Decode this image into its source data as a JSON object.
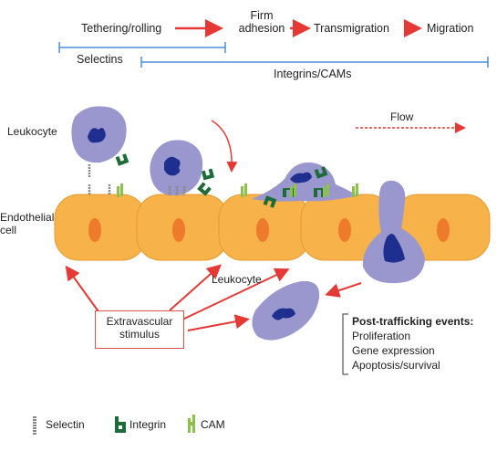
{
  "stages": [
    "Tethering/rolling",
    "Firm\nadhesion",
    "Transmigration",
    "Migration"
  ],
  "stage_lines": {
    "firm1": "Firm",
    "firm2": "adhesion"
  },
  "ranges": {
    "selectins": "Selectins",
    "integrins": "Integrins/CAMs"
  },
  "labels": {
    "leukocyte_top": "Leukocyte",
    "endothelial_line1": "Endothelial",
    "endothelial_line2": "cell",
    "flow": "Flow",
    "leukocyte_bottom": "Leukocyte",
    "stimulus_line1": "Extravascular",
    "stimulus_line2": "stimulus"
  },
  "post_events": {
    "heading": "Post-trafficking events:",
    "items": [
      "Proliferation",
      "Gene expression",
      "Apoptosis/survival"
    ]
  },
  "legend": {
    "selectin": "Selectin",
    "integrin": "Integrin",
    "cam": "CAM"
  },
  "colors": {
    "arrow_red": "#e53935",
    "range_blue": "#4a90d9",
    "cell_orange": "#f7b24a",
    "cell_border": "#e59b2e",
    "nucleus": "#ee7a2c",
    "leukocyte": "#9a97cf",
    "leukocyte_nucleus": "#1f2f8f",
    "integrin": "#1e6b3a",
    "cam": "#8bc34a",
    "selectin": "#888888"
  }
}
